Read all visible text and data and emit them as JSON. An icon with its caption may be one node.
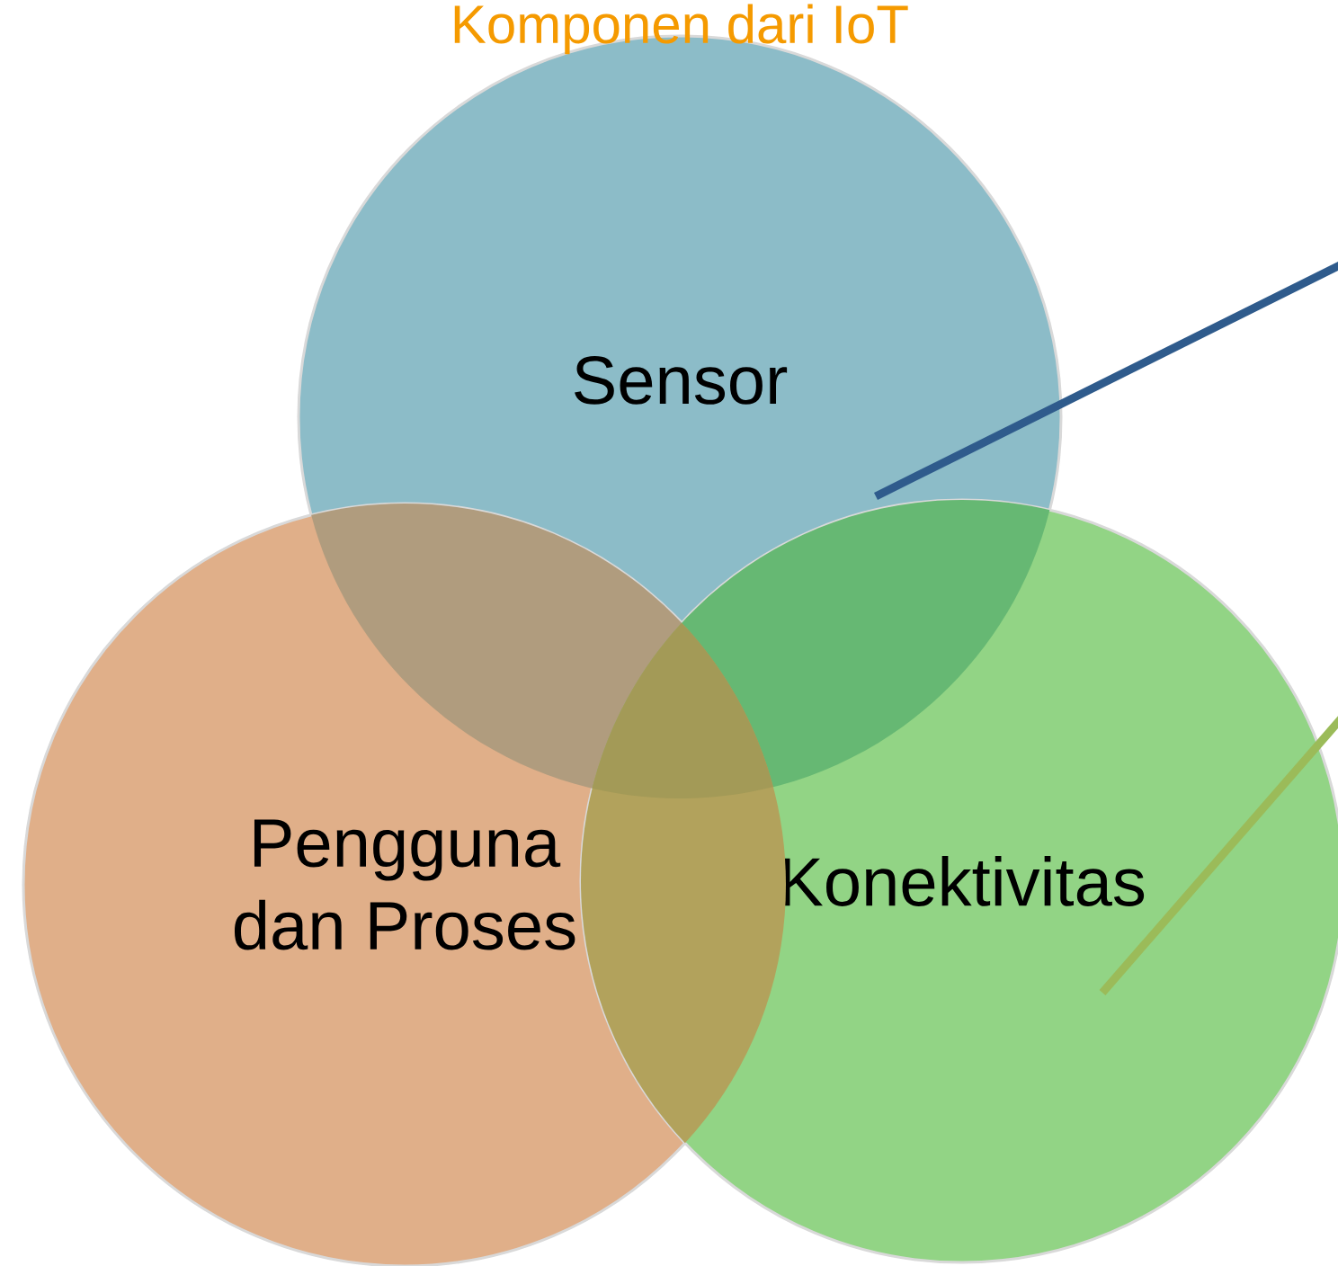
{
  "diagram": {
    "title": "Komponen dari IoT",
    "nodes": [
      {
        "text": [
          "Sensor"
        ]
      },
      {
        "text": [
          "Pengguna dan Proses"
        ]
      },
      {
        "text": [
          "Konektivitas"
        ]
      }
    ],
    "edges": [
      {
        "from": 0,
        "to": null,
        "arrow": "none",
        "color": "#2f5b8c"
      },
      {
        "from": 2,
        "to": null,
        "arrow": "none",
        "color": "#9bbb59"
      }
    ]
  }
}
